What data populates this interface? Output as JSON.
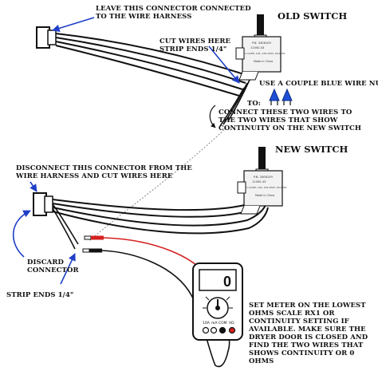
{
  "titles": {
    "old_switch": "OLD SWITCH",
    "new_switch": "NEW SWITCH"
  },
  "labels": {
    "leave_connector": "LEAVE THIS CONNECTOR CONNECTED\nTO THE WIRE HARNESS",
    "cut_wires": "CUT WIRES HERE\nSTRIP ENDS 1/4\"",
    "wire_nuts": "USE A COUPLE BLUE WIRE NUTS",
    "to": "TO:",
    "connect_wires": "CONNECT THESE TWO WIRES TO\nTHE TWO WIRES THAT SHOW\nCONTINUITY ON THE NEW SWITCH",
    "disconnect_connector": "DISCONNECT THIS CONNECTOR FROM THE\nWIRE HARNESS AND CUT WIRES HERE",
    "discard_connector": "DISCARD\nCONNECTOR",
    "strip_ends": "STRIP ENDS 1/4\"",
    "set_meter": "SET METER ON THE LOWEST\nOHMS SCALE RX1 OR\nCONTINUITY SETTING IF\nAVAILABLE. MAKE SURE THE\nDRYER DOOR IS CLOSED AND\nFIND THE TWO WIRES THAT\nSHOWS CONTINUITY OR 0\nOHMS"
  },
  "switch_label": {
    "line1": "P.N. 3406109",
    "line2": "11000-43",
    "line3": "1-1/2HP, 10A, 125-250V, 60-60Hz",
    "line4": "Made in China"
  },
  "meter": {
    "display_value": "0",
    "jacks": [
      "10A",
      "mA",
      "COM",
      "VΩ"
    ]
  },
  "colors": {
    "ink": "#111111",
    "red_probe": "#d42020",
    "wire_nut": "#1f4fd6",
    "arrow_blue": "#1f3fc8",
    "switch_body": "#f2f2f2",
    "plunger": "#111111"
  }
}
